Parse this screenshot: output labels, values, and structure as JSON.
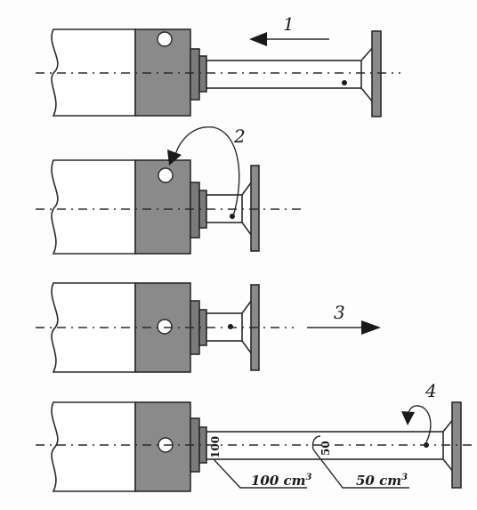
{
  "labels": {
    "step1": "1",
    "step2": "2",
    "step3": "3",
    "step4": "4",
    "tick_100": "100",
    "tick_50": "50",
    "vol_100": "100 cm",
    "vol_50": "50 cm",
    "vol_unit_exp": "3"
  }
}
